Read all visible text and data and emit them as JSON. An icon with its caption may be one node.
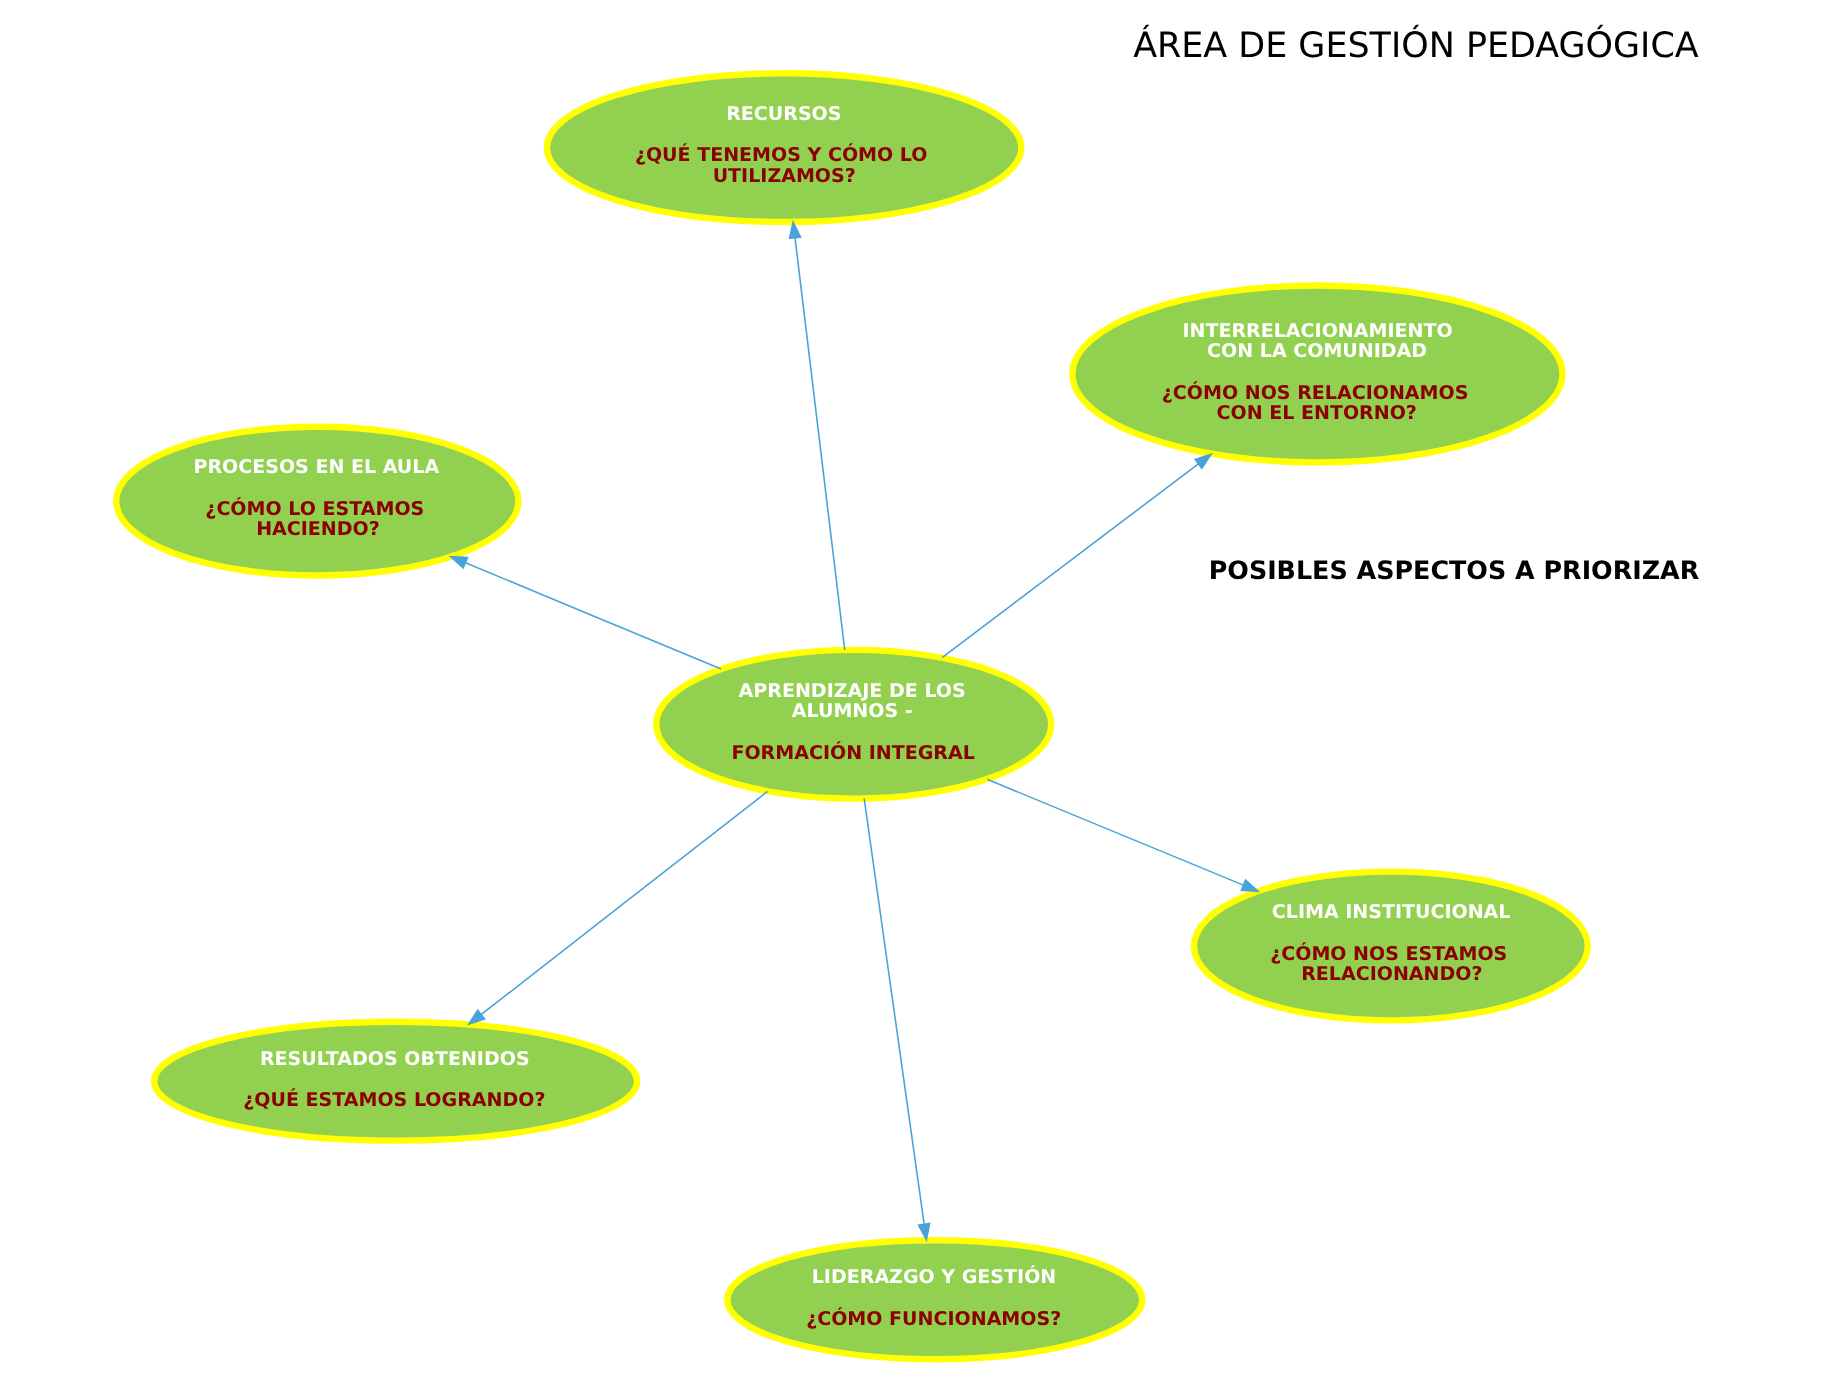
{
  "diagram": {
    "title": "ÁREA DE GESTIÓN PEDAGÓGICA",
    "nodes": [
      {
        "text": [
          "PROCESOS EN EL AULA",
          "¿CÓMO LO ESTAMOS HACIENDO?"
        ]
      },
      {
        "text": [
          "CLIMA INSTITUCIONAL",
          "¿CÓMO NOS ESTAMOS RELACIONANDO?"
        ]
      },
      {
        "text": [
          "LIDERAZGO Y GESTIÓN",
          "¿CÓMO FUNCIONAMOS?"
        ]
      },
      {
        "text": [
          "APRENDIZAJE DE LOS ALUMNOS -",
          "FORMACIÓN INTEGRAL"
        ]
      },
      {
        "text": [
          "INTERRELACIONAMIENTO CON LA COMUNIDAD",
          "¿CÓMO NOS RELACIONAMOS CON EL ENTORNO?"
        ]
      },
      {
        "text": [
          "RECURSOS",
          "¿QUÉ TENEMOS Y CÓMO LO UTILIZAMOS?"
        ]
      },
      {
        "text": [
          "RESULTADOS OBTENIDOS",
          "¿QUÉ ESTAMOS LOGRANDO?"
        ]
      }
    ],
    "edges": [
      {
        "from": 3,
        "to": 0,
        "arrow": "to"
      },
      {
        "from": 3,
        "to": 1,
        "arrow": "to"
      },
      {
        "from": 3,
        "to": 2,
        "arrow": "to"
      },
      {
        "from": 3,
        "to": 4,
        "arrow": "to"
      },
      {
        "from": 3,
        "to": 5,
        "arrow": "to"
      },
      {
        "from": 3,
        "to": 6,
        "arrow": "to"
      }
    ],
    "labels": [
      "POSIBLES ASPECTOS A PRIORIZAR"
    ]
  }
}
